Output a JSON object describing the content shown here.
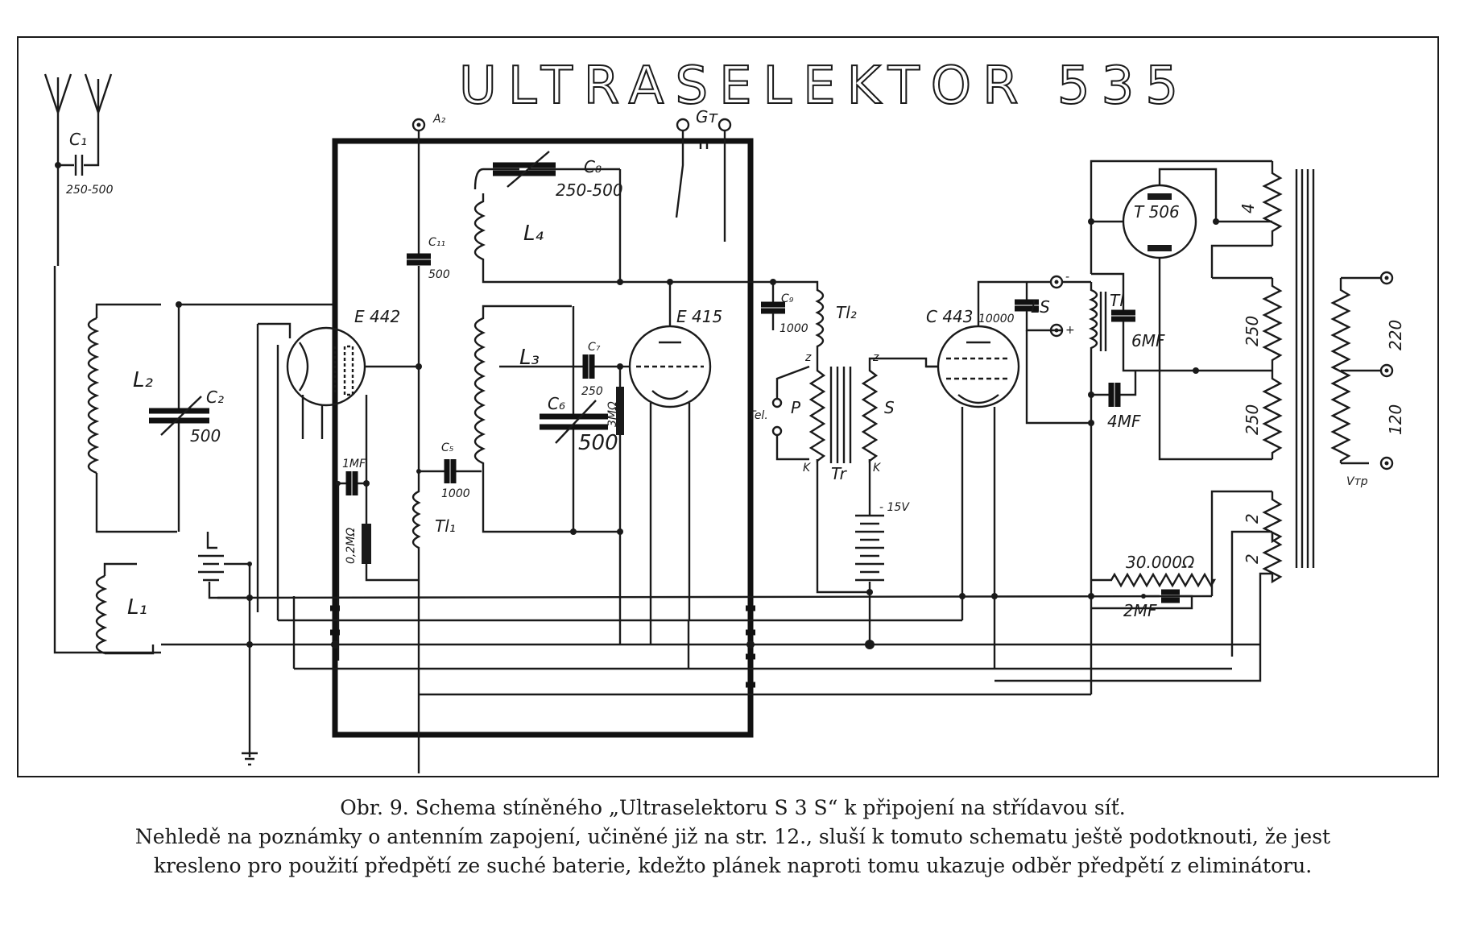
{
  "title": "ULTRASELEKTOR 535",
  "labels": {
    "c1": "C₁",
    "c1_val": "250-500",
    "l2": "L₂",
    "c2": "C₂",
    "c2_val": "500",
    "l1": "L₁",
    "e442": "E 442",
    "a2": "A₂",
    "gt": "Gт",
    "c11": "C₁₁",
    "c11_val": "500",
    "c8": "C₈",
    "c8_val": "250-500",
    "l4": "L₄",
    "l3": "L₃",
    "c7": "C₇",
    "c7_val": "250",
    "c6": "C₆",
    "c6_val": "500",
    "r3m": "3MΩ",
    "e415": "E 415",
    "c5": "C₅",
    "c5_val": "1000",
    "tl1": "Tl₁",
    "mf1": "1MF",
    "r02": "0,2MΩ",
    "c9": "C₉",
    "c9_val": "1000",
    "tl2": "Tl₂",
    "tel": "Tel.",
    "p": "P",
    "s": "S",
    "tr": "Tr",
    "z1": "z",
    "z2": "z",
    "k1": "K",
    "k2": "K",
    "bias": "- 15V",
    "c443": "C 443",
    "c443_val": "10000",
    "ls": "LS",
    "minus": "-",
    "plus": "+",
    "tl": "Tl",
    "mf6": "6MF",
    "mf4": "4MF",
    "t506": "T 506",
    "w4": "4",
    "w250a": "250",
    "w250b": "250",
    "w2a": "2",
    "w2b": "2",
    "v220": "220",
    "v120": "120",
    "vtp": "Vтр",
    "r30k": "30.000Ω",
    "mf2": "2MF"
  },
  "caption": {
    "line1": "Obr. 9. Schema stíněného „Ultraselektoru S 3 S“ k připojení na střídavou síť.",
    "line2": "Nehledě na poznámky o antenním zapojení, učiněné již na str. 12., sluší k tomuto schematu ještě podotknouti, že jest",
    "line3": "kresleno pro použití předpětí ze suché baterie, kdežto plánek naproti tomu ukazuje odběr předpětí z eliminátoru."
  }
}
